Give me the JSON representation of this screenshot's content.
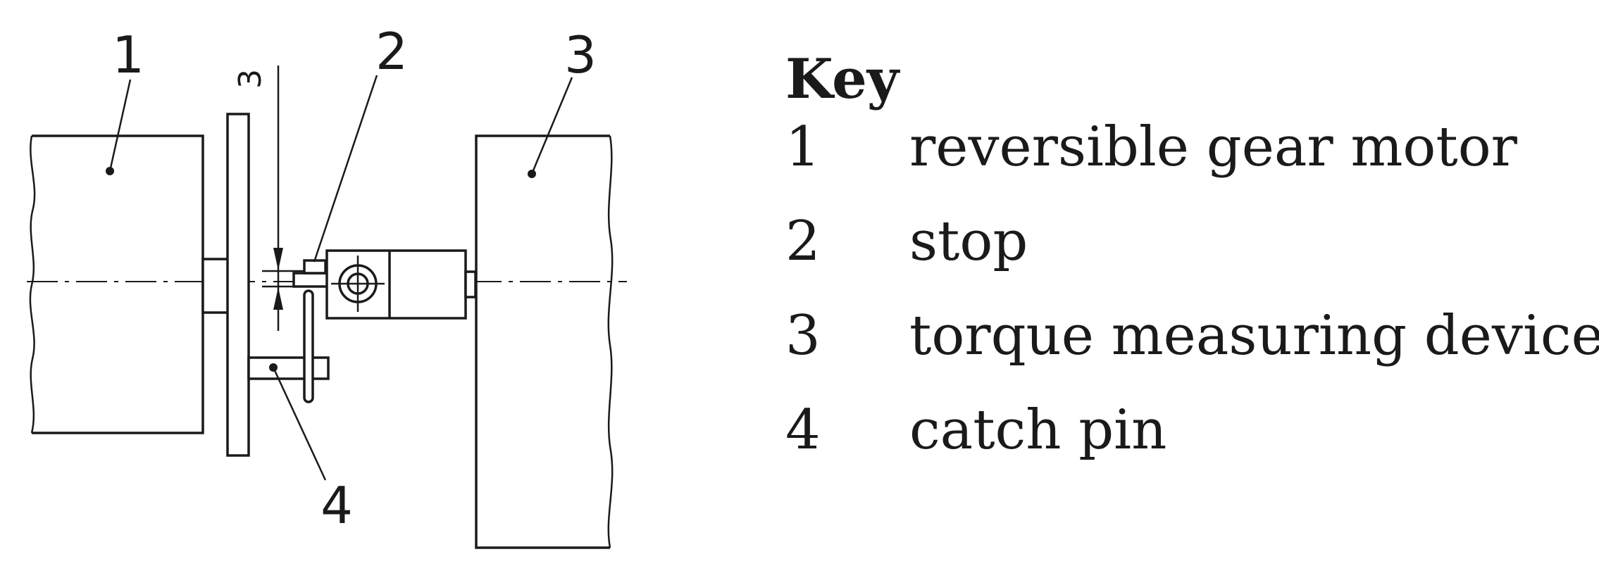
{
  "diagram": {
    "callouts": [
      {
        "id": "1",
        "label": "1"
      },
      {
        "id": "2",
        "label": "2"
      },
      {
        "id": "3",
        "label": "3"
      },
      {
        "id": "4",
        "label": "4"
      }
    ],
    "dimension_label": "3"
  },
  "key": {
    "title": "Key",
    "items": [
      {
        "number": "1",
        "text": "reversible gear motor"
      },
      {
        "number": "2",
        "text": "stop"
      },
      {
        "number": "3",
        "text": "torque measuring device"
      },
      {
        "number": "4",
        "text": "catch pin"
      }
    ]
  }
}
